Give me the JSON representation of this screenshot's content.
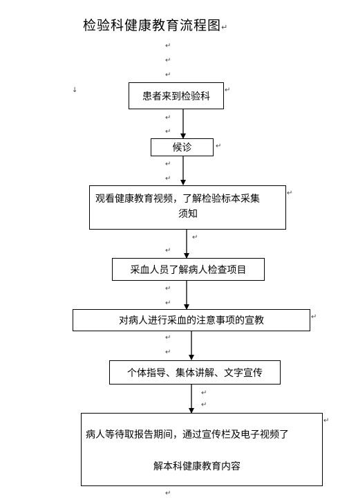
{
  "title": "检验科健康教育流程图",
  "paragraph_mark": "↵",
  "steps": [
    {
      "text": "患者来到检验科"
    },
    {
      "text": "候诊"
    },
    {
      "line1": "观看健康教育视频，了解检验标本采集",
      "line2": "须知"
    },
    {
      "text": "采血人员了解病人检查项目"
    },
    {
      "text": "对病人进行采血的注意事项的宣教"
    },
    {
      "text": "个体指导、集体讲解、文字宣传"
    },
    {
      "line1": "病人等待取报告期间，通过宣传栏及电子视频了",
      "line2": "解本科健康教育内容"
    }
  ]
}
